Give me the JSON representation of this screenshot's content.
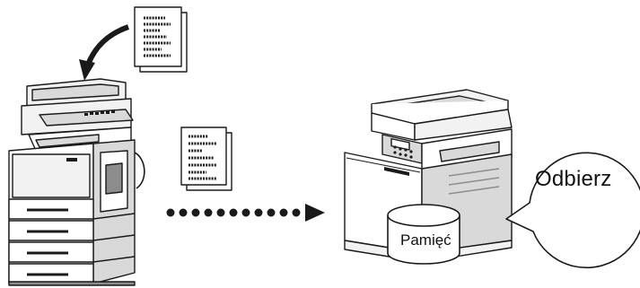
{
  "diagram": {
    "receive_bubble_text": "Odbierz",
    "memory_label": "Pamięć",
    "colors": {
      "stroke": "#1a1a1a",
      "panel": "#d9d9d9",
      "light": "#f2f2f2",
      "dark": "#8c8c8c"
    },
    "nodes": [
      {
        "name": "source-mfp",
        "kind": "large multifunction copier"
      },
      {
        "name": "document-feed",
        "kind": "document sheet being fed"
      },
      {
        "name": "sent-document",
        "kind": "stack of document sheets"
      },
      {
        "name": "destination-mfp",
        "kind": "compact multifunction printer"
      },
      {
        "name": "memory-store",
        "kind": "cylinder"
      }
    ],
    "edges": [
      {
        "from": "document-feed",
        "to": "source-mfp",
        "style": "curved arrow"
      },
      {
        "from": "source-mfp",
        "to": "destination-mfp",
        "style": "dotted arrow"
      }
    ]
  }
}
